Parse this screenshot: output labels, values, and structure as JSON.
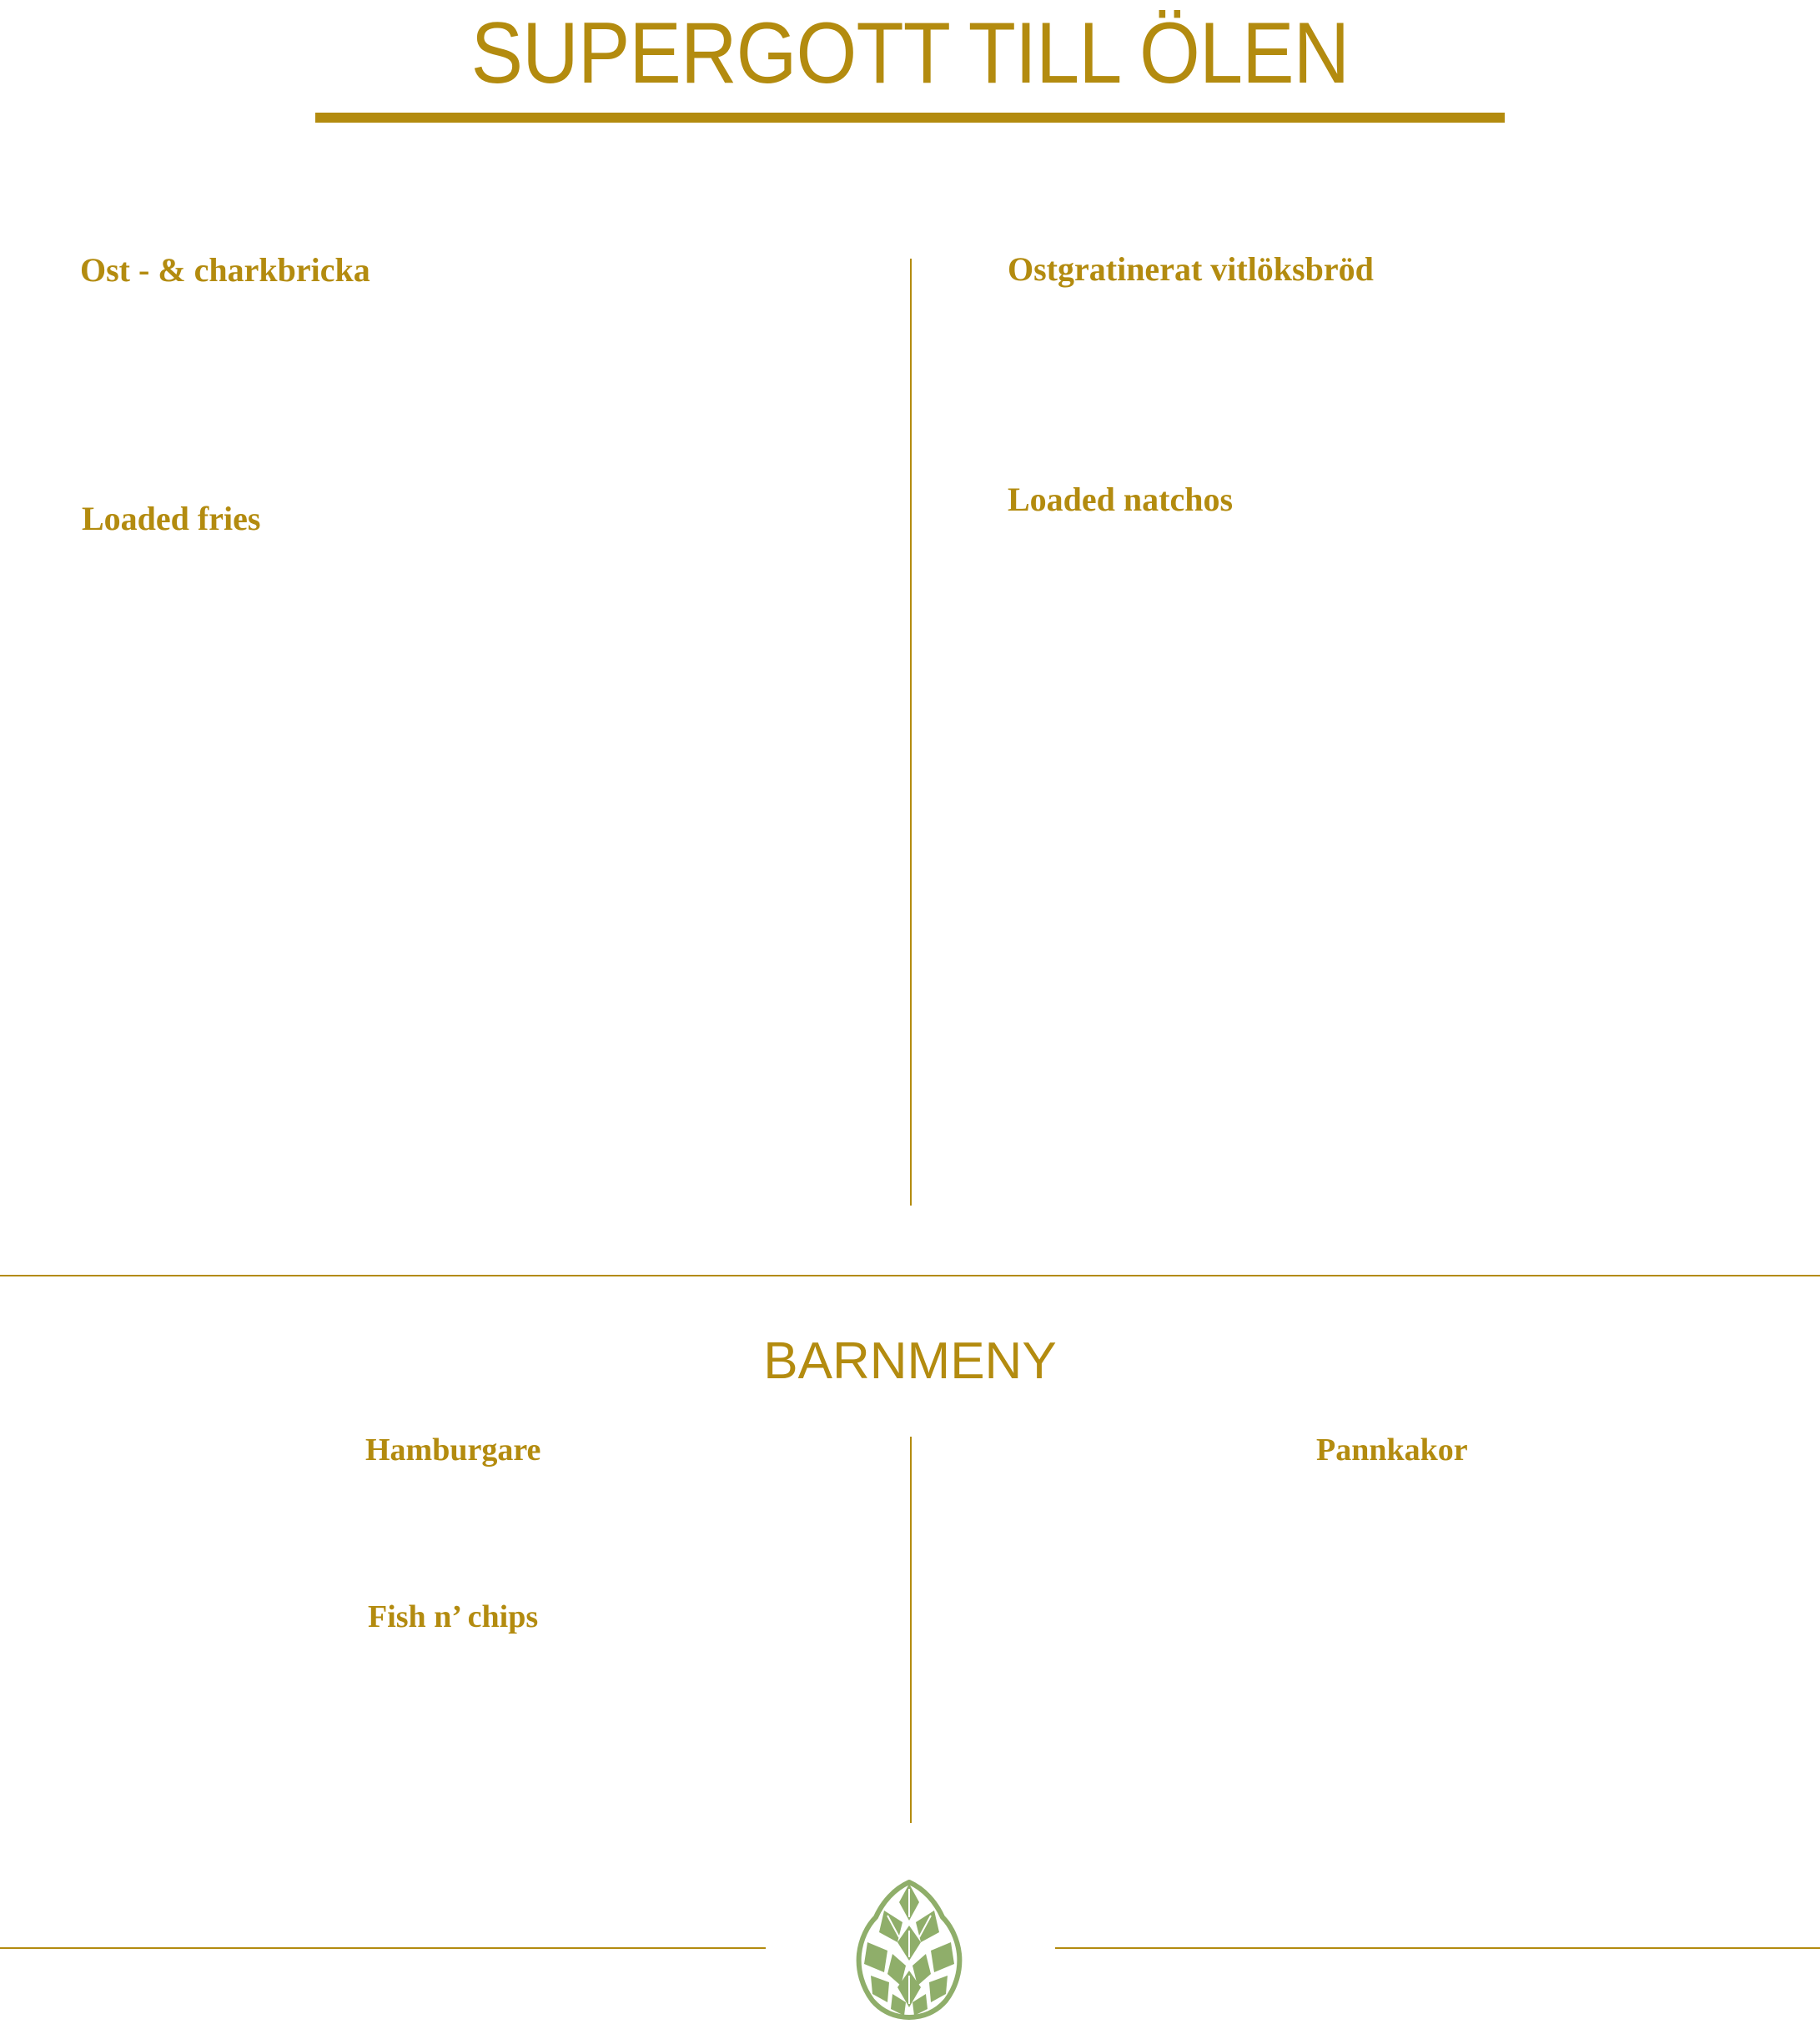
{
  "header": {
    "title": "SUPERGOTT TILL ÖLEN"
  },
  "snacks": {
    "items": [
      {
        "name": "Ost - & charkbricka"
      },
      {
        "name": "Ostgratinerat vitlöksbröd"
      },
      {
        "name": "Loaded fries"
      },
      {
        "name": "Loaded natchos"
      }
    ]
  },
  "kids_menu": {
    "title": "BARNMENY",
    "items": [
      {
        "name": "Hamburgare"
      },
      {
        "name": "Pannkakor"
      },
      {
        "name": "Fish n’ chips"
      }
    ]
  },
  "colors": {
    "accent": "#b38b0f",
    "logo": "#8fae6a",
    "background": "#ffffff"
  },
  "icons": {
    "logo": "hop-cone-icon"
  }
}
